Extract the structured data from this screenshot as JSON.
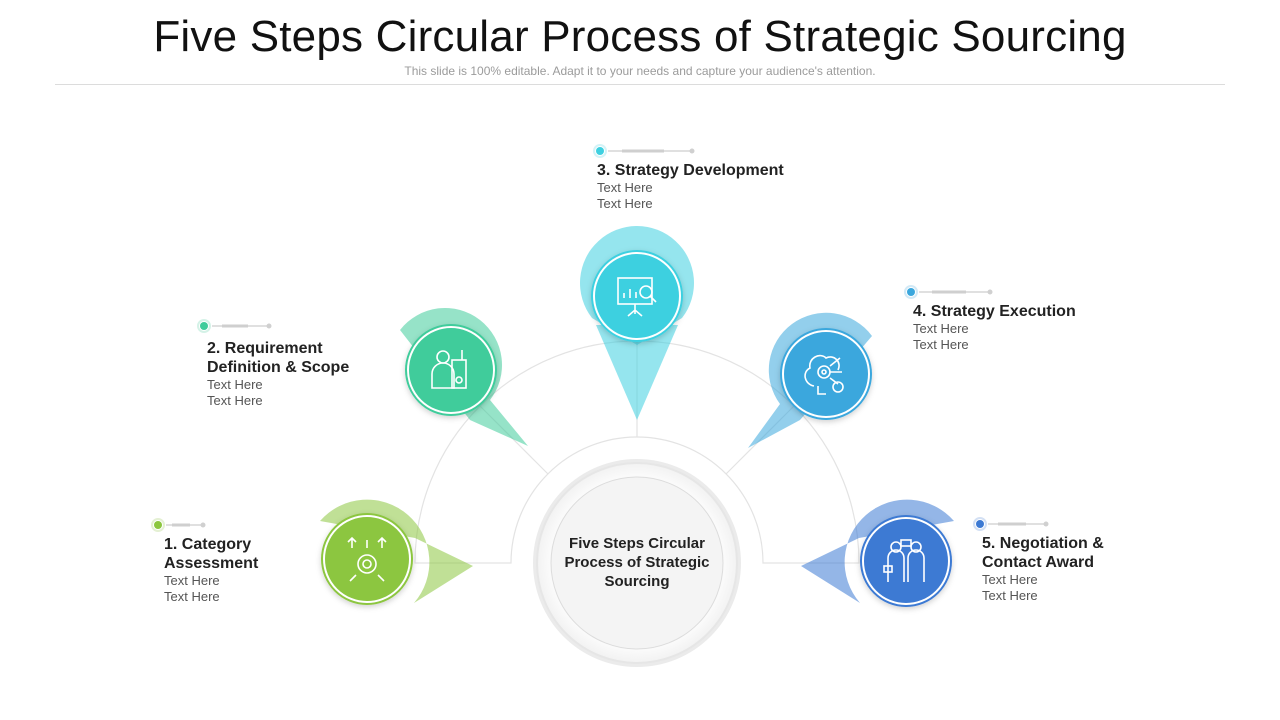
{
  "title": "Five Steps Circular Process of Strategic Sourcing",
  "subtitle": "This slide is 100% editable. Adapt it to your needs and capture your audience's attention.",
  "center": "Five Steps Circular Process of Strategic Sourcing",
  "steps": [
    {
      "heading": "1. Category Assessment",
      "line1": "Text Here",
      "line2": "Text Here",
      "color": "#8cc63f",
      "icon": "gears-arrows-icon"
    },
    {
      "heading": "2. Requirement Definition & Scope",
      "line1": "Text Here",
      "line2": "Text Here",
      "color": "#3fcc9b",
      "icon": "person-document-icon"
    },
    {
      "heading": "3. Strategy Development",
      "line1": "Text Here",
      "line2": "Text Here",
      "color": "#3ed0e0",
      "icon": "presentation-chart-icon"
    },
    {
      "heading": "4. Strategy Execution",
      "line1": "Text Here",
      "line2": "Text Here",
      "color": "#3ba7dd",
      "icon": "brain-target-icon"
    },
    {
      "heading": "5. Negotiation & Contact Award",
      "line1": "Text Here",
      "line2": "Text Here",
      "color": "#3d7ad3",
      "icon": "two-people-icon"
    }
  ]
}
